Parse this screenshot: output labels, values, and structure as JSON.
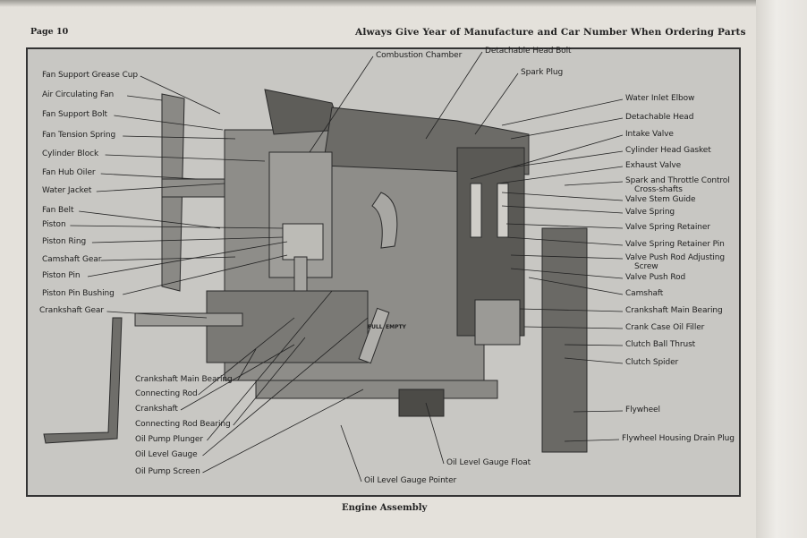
{
  "header": {
    "page_number": "Page 10",
    "note": "Always Give Year of Manufacture and Car Number When Ordering Parts"
  },
  "diagram": {
    "labels": [
      "Fan Support Grease Cup",
      "Air Circulating Fan",
      "Fan Support Bolt",
      "Fan Tension Spring",
      "Cylinder Block",
      "Fan Hub Oiler",
      "Water Jacket",
      "Fan Belt",
      "Piston",
      "Piston Ring",
      "Camshaft Gear",
      "Piston Pin",
      "Piston Pin Bushing",
      "Crankshaft Gear",
      "Crankshaft Main Bearing",
      "Connecting Rod",
      "Crankshaft",
      "Connecting Rod Bearing",
      "Oil Pump Plunger",
      "Oil Level Gauge",
      "Oil Pump Screen",
      "Combustion Chamber",
      "Detachable Head Bolt",
      "Spark Plug",
      "Water Inlet Elbow",
      "Detachable Head",
      "Intake Valve",
      "Cylinder Head Gasket",
      "Exhaust Valve",
      "Spark and Throttle Control",
      "Cross-shafts",
      "Valve Stem Guide",
      "Valve Spring",
      "Valve Spring Retainer",
      "Valve Spring Retainer Pin",
      "Valve Push Rod Adjusting",
      "Screw",
      "Valve Push Rod",
      "Camshaft",
      "Crankshaft Main Bearing",
      "Crank Case Oil Filler",
      "Clutch Ball Thrust",
      "Clutch Spider",
      "Flywheel",
      "Flywheel Housing Drain Plug",
      "Oil Level Gauge Float",
      "Oil Level Gauge Pointer"
    ],
    "gauge_full": "FULL",
    "gauge_empty": "EMPTY"
  },
  "caption": "Engine Assembly"
}
